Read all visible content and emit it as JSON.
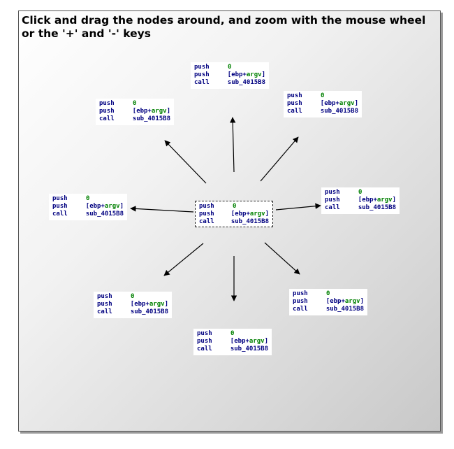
{
  "instructions": "Click and drag the nodes around, and zoom with the mouse wheel or the '+' and '-' keys",
  "colors": {
    "mnemonic": "#000080",
    "immediate": "#008000",
    "edge": "#000000"
  },
  "nodes": [
    {
      "id": "center",
      "selected": true,
      "lines": [
        {
          "mn": "push",
          "op": "0"
        },
        {
          "mn": "push",
          "op": "[ebp+argv]"
        },
        {
          "mn": "call",
          "op": "sub_4015B8"
        }
      ]
    },
    {
      "id": "top",
      "selected": false,
      "lines": [
        {
          "mn": "push",
          "op": "0"
        },
        {
          "mn": "push",
          "op": "[ebp+argv]"
        },
        {
          "mn": "call",
          "op": "sub_4015B8"
        }
      ]
    },
    {
      "id": "top-left",
      "selected": false,
      "lines": [
        {
          "mn": "push",
          "op": "0"
        },
        {
          "mn": "push",
          "op": "[ebp+argv]"
        },
        {
          "mn": "call",
          "op": "sub_4015B8"
        }
      ]
    },
    {
      "id": "top-right",
      "selected": false,
      "lines": [
        {
          "mn": "push",
          "op": "0"
        },
        {
          "mn": "push",
          "op": "[ebp+argv]"
        },
        {
          "mn": "call",
          "op": "sub_4015B8"
        }
      ]
    },
    {
      "id": "left",
      "selected": false,
      "lines": [
        {
          "mn": "push",
          "op": "0"
        },
        {
          "mn": "push",
          "op": "[ebp+argv]"
        },
        {
          "mn": "call",
          "op": "sub_4015B8"
        }
      ]
    },
    {
      "id": "right",
      "selected": false,
      "lines": [
        {
          "mn": "push",
          "op": "0"
        },
        {
          "mn": "push",
          "op": "[ebp+argv]"
        },
        {
          "mn": "call",
          "op": "sub_4015B8"
        }
      ]
    },
    {
      "id": "bottom-left",
      "selected": false,
      "lines": [
        {
          "mn": "push",
          "op": "0"
        },
        {
          "mn": "push",
          "op": "[ebp+argv]"
        },
        {
          "mn": "call",
          "op": "sub_4015B8"
        }
      ]
    },
    {
      "id": "bottom-right",
      "selected": false,
      "lines": [
        {
          "mn": "push",
          "op": "0"
        },
        {
          "mn": "push",
          "op": "[ebp+argv]"
        },
        {
          "mn": "call",
          "op": "sub_4015B8"
        }
      ]
    },
    {
      "id": "bottom",
      "selected": false,
      "lines": [
        {
          "mn": "push",
          "op": "0"
        },
        {
          "mn": "push",
          "op": "[ebp+argv]"
        },
        {
          "mn": "call",
          "op": "sub_4015B8"
        }
      ]
    }
  ],
  "edges": [
    {
      "from": "center",
      "to": "top"
    },
    {
      "from": "center",
      "to": "top-left"
    },
    {
      "from": "center",
      "to": "top-right"
    },
    {
      "from": "center",
      "to": "left"
    },
    {
      "from": "center",
      "to": "right"
    },
    {
      "from": "center",
      "to": "bottom-left"
    },
    {
      "from": "center",
      "to": "bottom-right"
    },
    {
      "from": "center",
      "to": "bottom"
    }
  ]
}
